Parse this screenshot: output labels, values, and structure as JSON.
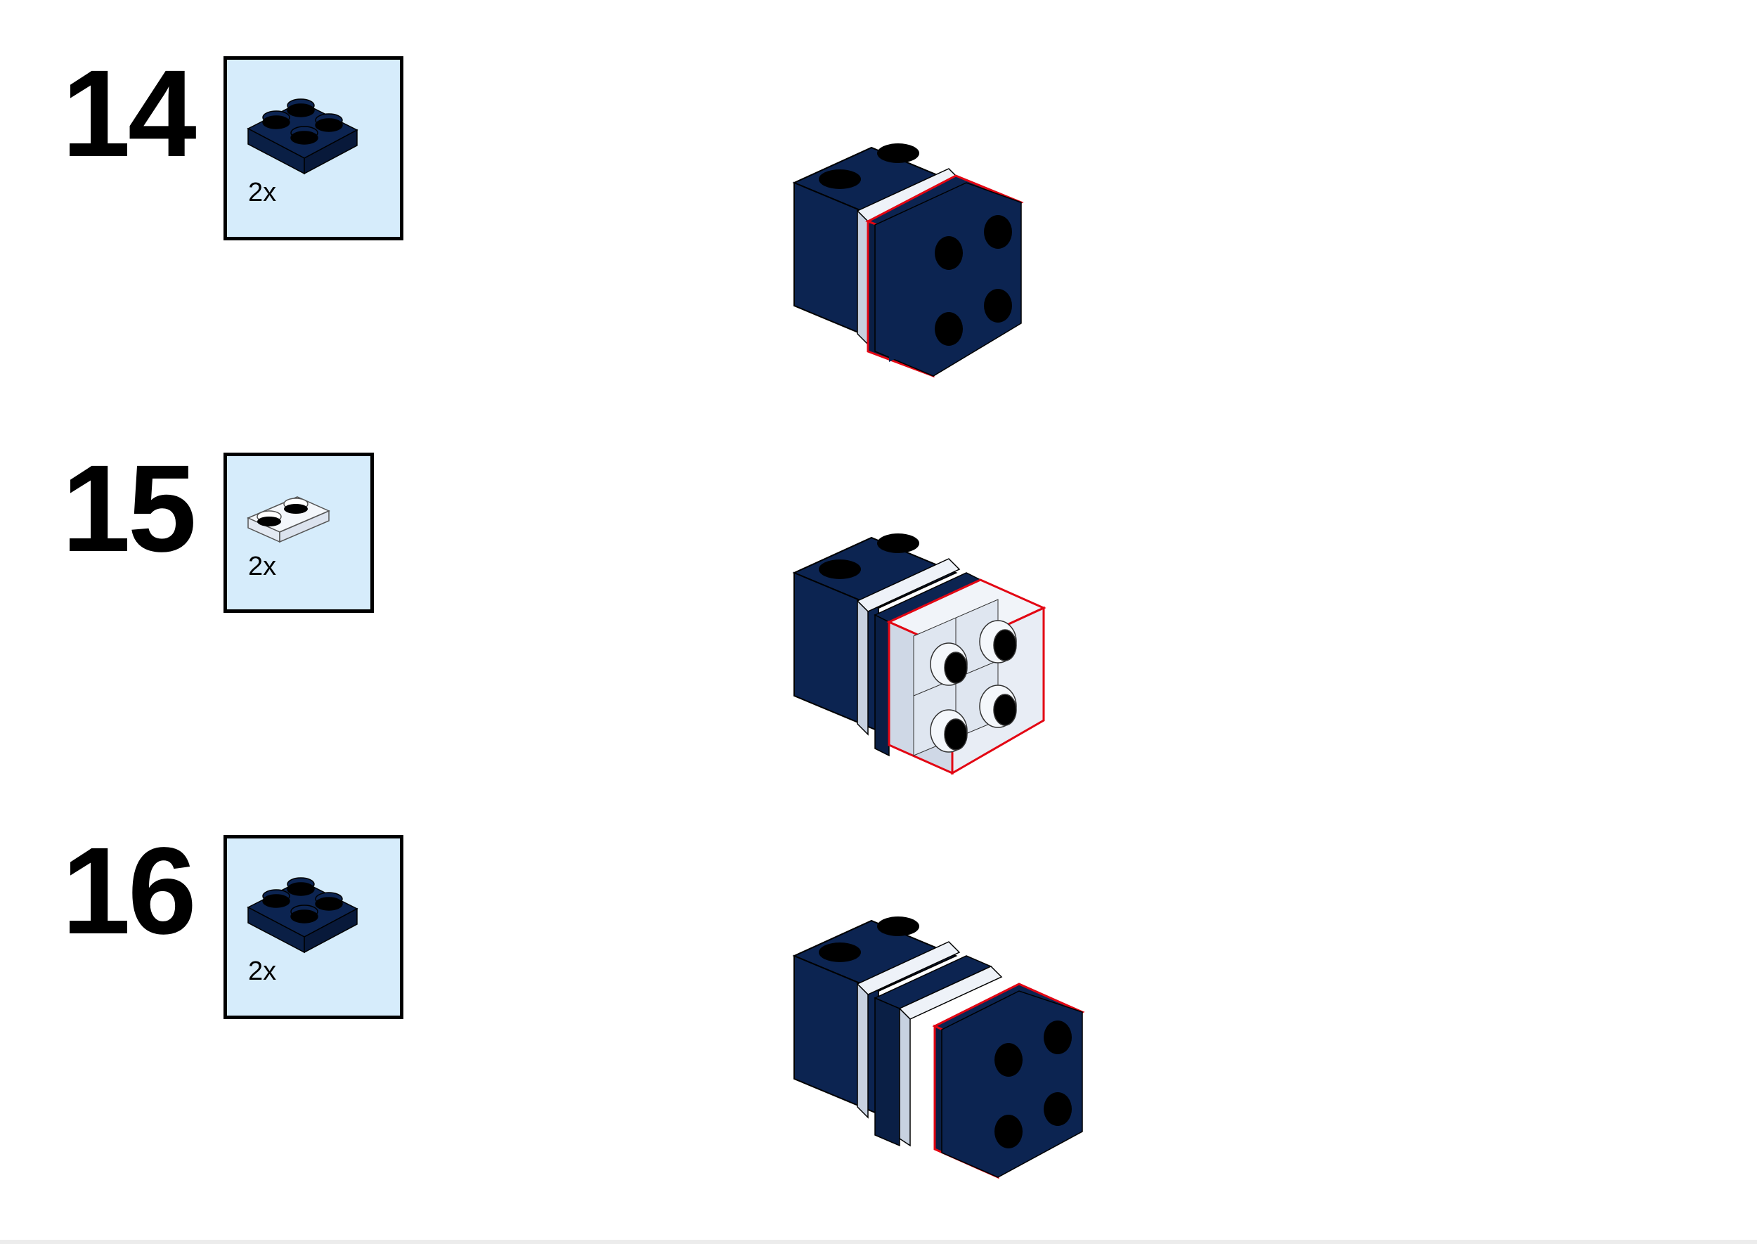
{
  "steps": [
    {
      "number": "14",
      "part_quantity": "2x",
      "part": "dark-blue-plate-2x2"
    },
    {
      "number": "15",
      "part_quantity": "2x",
      "part": "trans-clear-plate-1x2"
    },
    {
      "number": "16",
      "part_quantity": "2x",
      "part": "dark-blue-plate-2x2"
    }
  ],
  "colors": {
    "part_dark_blue": "#0c2451",
    "part_trans_clear": "#dde6f2",
    "parts_box_background": "#d6ecfb",
    "highlight_outline": "#e30613"
  }
}
